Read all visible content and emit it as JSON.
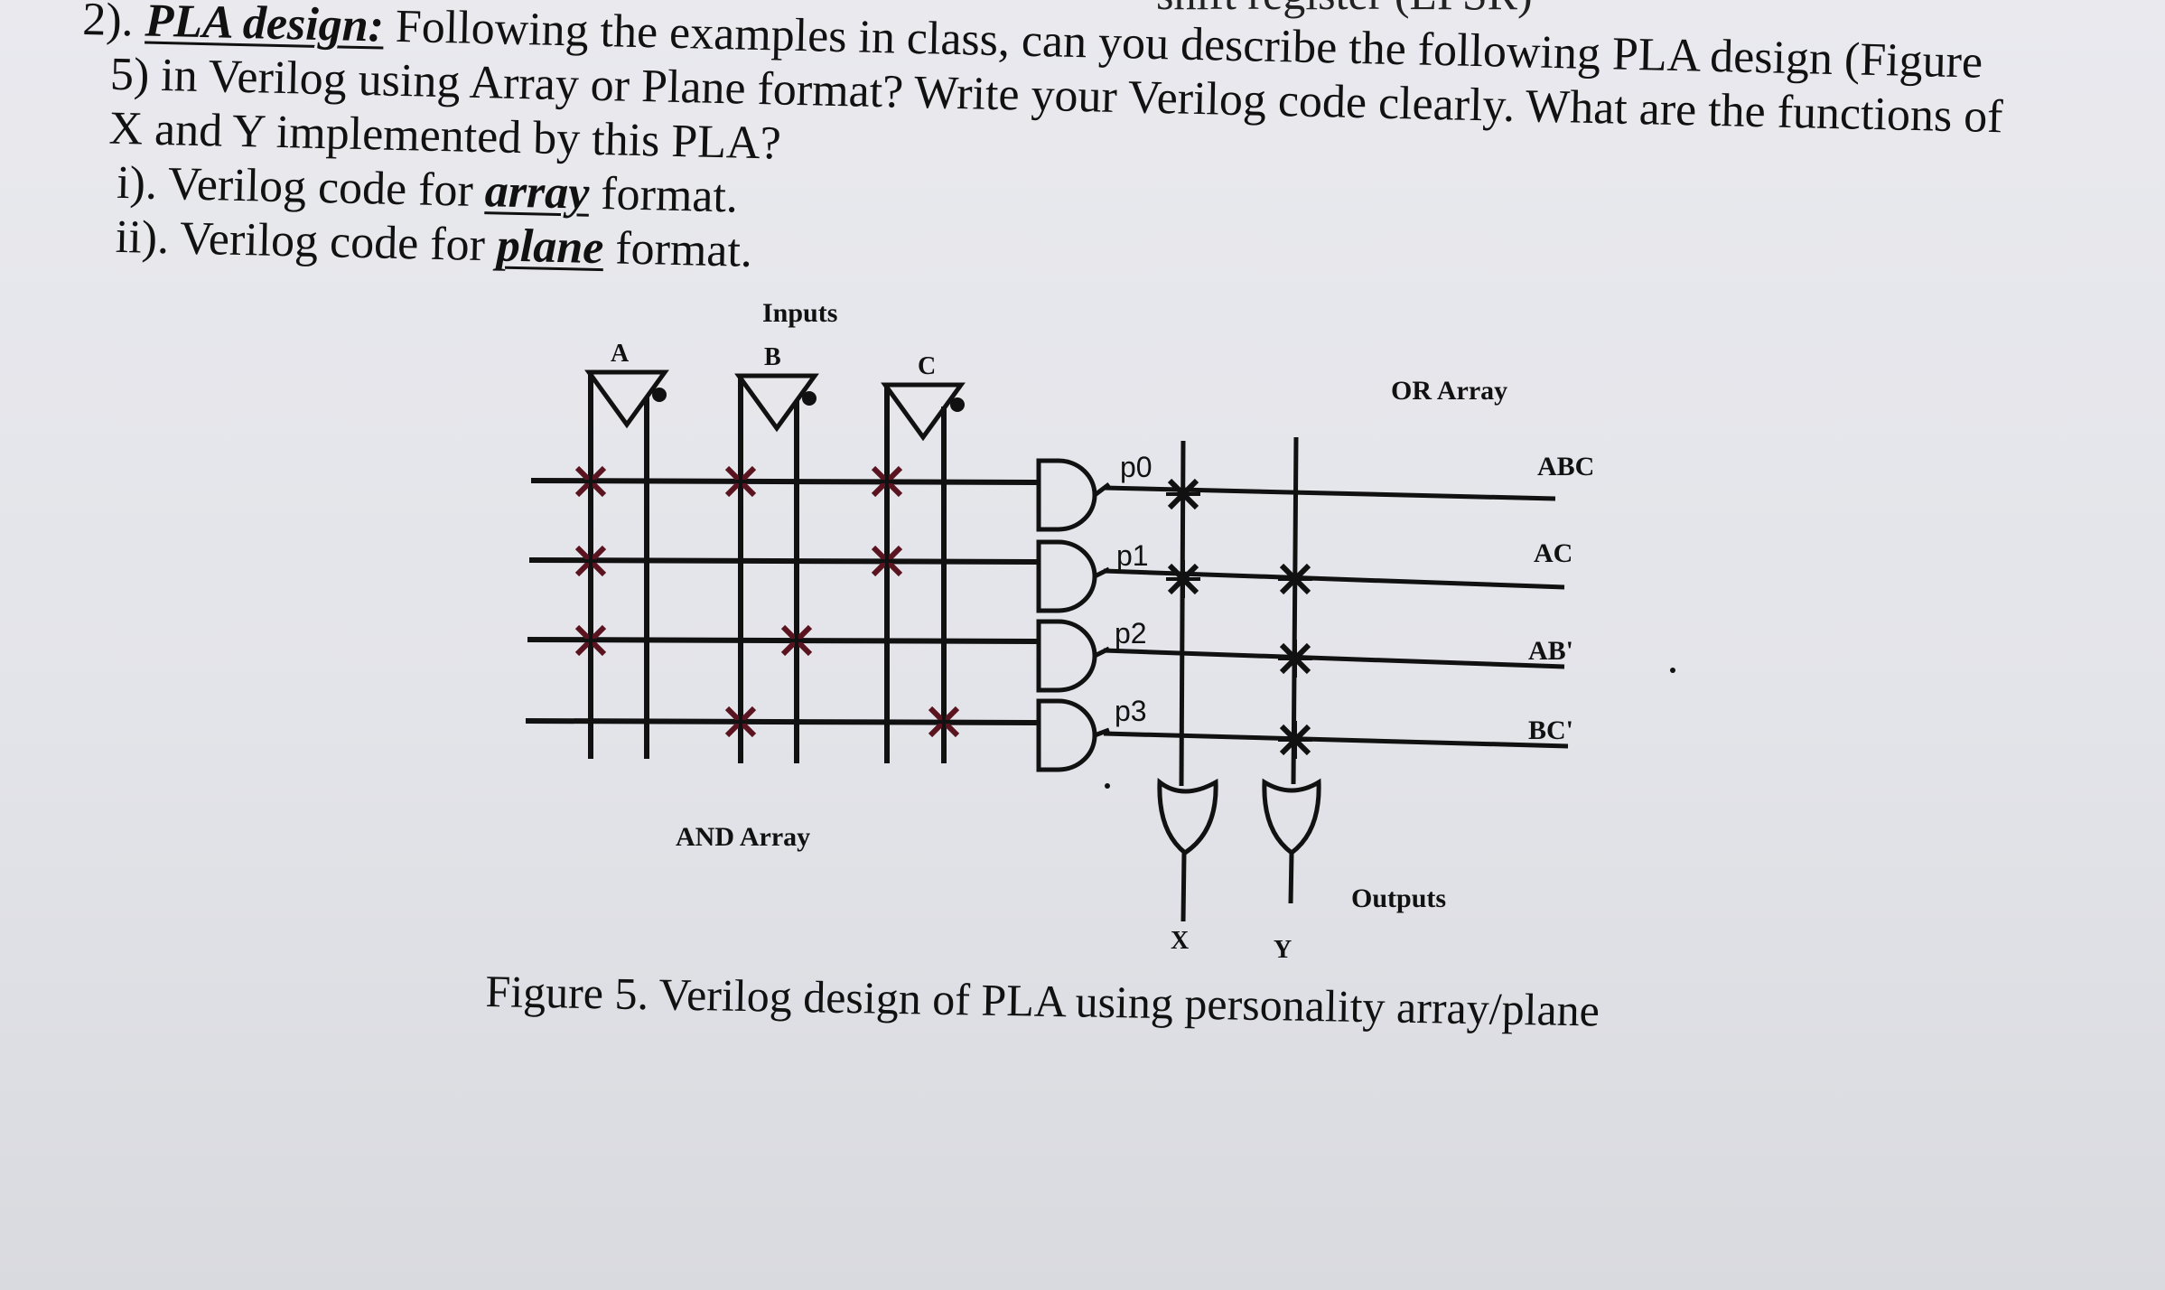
{
  "question": {
    "top_fragment": "shift register (LFSR)",
    "number": "2).",
    "title": "PLA design:",
    "line1": "Following the examples in class, can you describe the following PLA design (Figure",
    "line2": "5) in Verilog using Array or Plane format? Write your Verilog code clearly. What are the functions of",
    "line3": "X and Y implemented by this PLA?",
    "item1_prefix": "i). Verilog code for",
    "item1_em": "array",
    "item1_suffix": "format.",
    "item2_prefix": "ii). Verilog code for",
    "item2_em": "plane",
    "item2_suffix": "format."
  },
  "figure": {
    "inputs_label": "Inputs",
    "input_a": "A",
    "input_b": "B",
    "input_c": "C",
    "and_array_label": "AND Array",
    "or_array_label": "OR Array",
    "outputs_label": "Outputs",
    "output_x": "X",
    "output_y": "Y",
    "products": [
      "p0",
      "p1",
      "p2",
      "p3"
    ],
    "terms": [
      "ABC",
      "AC",
      "AB'",
      "BC'"
    ],
    "and_connections": {
      "p0": [
        "A",
        "B",
        "C"
      ],
      "p1": [
        "A",
        "C"
      ],
      "p2": [
        "A",
        "B'"
      ],
      "p3": [
        "B",
        "C'"
      ]
    },
    "or_connections": {
      "X": [
        "p0",
        "p1"
      ],
      "Y": [
        "p1",
        "p2",
        "p3"
      ]
    }
  },
  "caption": "Figure 5. Verilog design of PLA using personality array/plane"
}
